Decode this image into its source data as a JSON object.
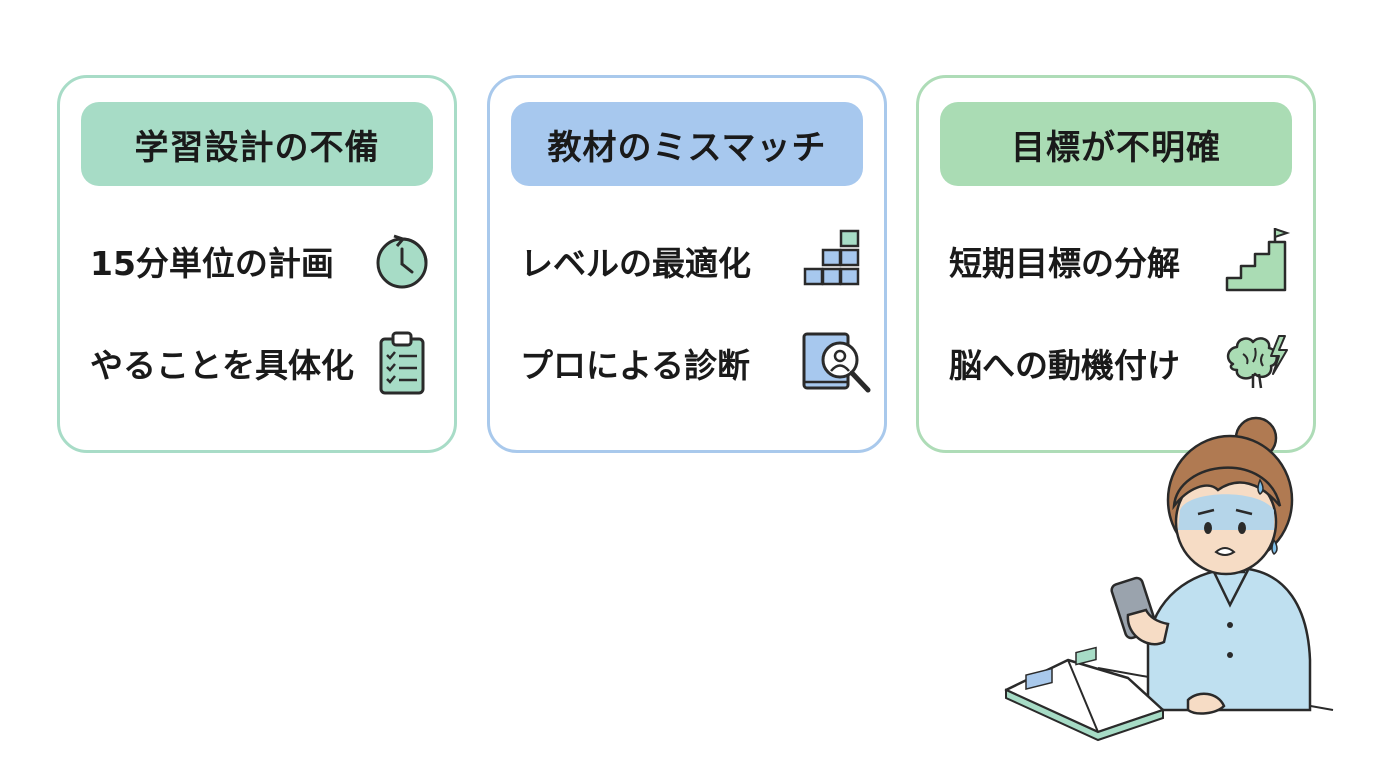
{
  "cards": [
    {
      "title": "学習設計の不備",
      "border_color": "#a8dcc7",
      "header_color": "#a7dcc6",
      "items": [
        {
          "label": "15分単位の計画",
          "icon": "clock-icon"
        },
        {
          "label": "やることを具体化",
          "icon": "clipboard-checklist-icon"
        }
      ]
    },
    {
      "title": "教材のミスマッチ",
      "border_color": "#a9c9ec",
      "header_color": "#a7c8ee",
      "items": [
        {
          "label": "レベルの最適化",
          "icon": "level-blocks-icon"
        },
        {
          "label": "プロによる診断",
          "icon": "book-magnifier-icon"
        }
      ]
    },
    {
      "title": "目標が不明確",
      "border_color": "#aedcb7",
      "header_color": "#aadcb4",
      "items": [
        {
          "label": "短期目標の分解",
          "icon": "stairs-flag-icon"
        },
        {
          "label": "脳への動機付け",
          "icon": "brain-lightning-icon"
        }
      ]
    }
  ],
  "illustration": {
    "subject": "worried-student-icon"
  }
}
